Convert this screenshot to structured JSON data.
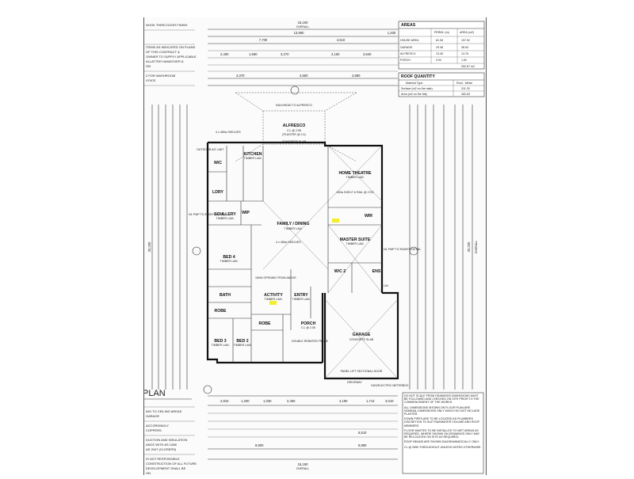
{
  "left_notes": {
    "n1": "NOOK THIRD DOOR FINISH",
    "n2": "ITEMS AS INDICATED ON PLANS",
    "n3": "OF THIS CONTRACT &",
    "n4": "OWNER TO SUPPLY APPLICABLE",
    "n5": "ALLATTER HANDOVER &",
    "n6": "ON",
    "n7": "2 FOR WASHROOM",
    "n8": "VOICE",
    "n9": "N/O TO CEILING AREAS",
    "n10": "GARAGE",
    "n11": "ACCORDINGLY",
    "n12": "COPPERS.",
    "n13": "DUCTION AND INSULATION",
    "n14": "ANCE WITH AS 1288",
    "n15": "AS 2047 (CLOSERS)",
    "n16": "IS NOT RESPONSIBLE",
    "n17": "CONSTRUCTION OF ALL FUTURE",
    "n18": "DEVELOPMENT SHALL BE",
    "n19": "ON",
    "plan_label": "PLAN"
  },
  "areas": {
    "title": "AREAS",
    "headers": [
      "",
      "PERIM. (m)",
      "AREA (m2)"
    ],
    "rows": [
      [
        "HOUSE AREA",
        "81.08",
        "197.52"
      ],
      [
        "GARAGE",
        "29.38",
        "38.54"
      ],
      [
        "ALFRESCO",
        "13.45",
        "14.76"
      ],
      [
        "PORCH",
        "9.54",
        "1.82"
      ]
    ],
    "total": "252.67 m2"
  },
  "roof": {
    "title": "ROOF QUANTITY",
    "headers": [
      "Material Type",
      "Roof - Metal"
    ],
    "rows": [
      [
        "Surface (m2 on the rake)",
        "311.33"
      ],
      [
        "Area (m2 on the flat)",
        "282.63"
      ]
    ]
  },
  "top_dims": {
    "overall": "15,190",
    "overall_label": "OVERALL",
    "inner_overall": "13,990",
    "right_end": "1,200",
    "alfresco_internal": "7,700",
    "home_theatre": "4,510",
    "mid_a": "4,370",
    "mid_b": "4,550",
    "mid_c": "4,880",
    "row_vals": [
      "2,400",
      "1,590",
      "3,270",
      "2,150",
      "3,640"
    ]
  },
  "bottom_dims": {
    "overall": "15,190",
    "overall_label": "OVERALL",
    "garage_overall": "6,890",
    "left_total": "8,900",
    "right_total": "5,510",
    "row_vals": [
      "2,810",
      "1,200",
      "1,030",
      "2,450",
      "4,190",
      "1,713",
      "3,010"
    ]
  },
  "side_dims": {
    "right_overall": "20,230",
    "right_label": "OVERALL",
    "left_overall": "20,230"
  },
  "rooms": {
    "alfresco": "ALFRESCO",
    "alfresco_sub": "C.L @ 2.55",
    "alfresco_sub2": "(PLASTER @ 2.4)",
    "concrete_slab": "CONCRETE SLAB",
    "kitchen": "KITCHEN",
    "kitchen_sub": "TIMBER LAM.",
    "family": "FAMILY / DINING",
    "family_sub": "TIMBER LAM.",
    "home_theatre": "HOME THEATRE",
    "home_theatre_sub": "TIMBER LAM.",
    "scullery": "SCULLERY",
    "scullery_sub": "TIMBER LAM.",
    "ldry": "LDRY",
    "wc1": "W/C",
    "wip": "WIP",
    "bed4": "BED 4",
    "bed4_sub": "TIMBER LAM.",
    "activity": "ACTIVITY",
    "activity_sub": "TIMBER LAM.",
    "entry": "ENTRY",
    "entry_sub": "TIMBER LAM.",
    "master": "MASTER SUITE",
    "master_sub": "TIMBER LAM.",
    "wir": "WIR",
    "ens": "ENS",
    "wc2": "W/C 2",
    "porch": "PORCH",
    "porch_sub": "C.L @ 2.55",
    "garage": "GARAGE",
    "garage_sub": "CONCRETE SLAB",
    "bed2": "BED 2",
    "bed2_sub": "TIMBER LAM.",
    "bed3": "BED 3",
    "bed3_sub": "TIMBER LAM.",
    "robe1": "ROBE",
    "robe2": "ROBE",
    "bath": "BATH"
  },
  "annotations": {
    "outdoor_ac": "OUTDOOR A/C UNIT",
    "pwp_left": "N1 PWP TO ENGR'S DETAIL",
    "pwp_right": "N1 PWP TO ENGR'S DETAIL",
    "bulkhead": "BULKHEAD TO ALFRESCO",
    "shelf_kitchen": "4 x 450w SHELVES",
    "shelf_family": "4 x 450w SHELVES",
    "opening": "150W OPENING FROM ABOVE",
    "double_rebated": "DOUBLE REBATED FRAME",
    "panel_lift": "PANEL LIFT SECTIONAL DOOR",
    "gas_meter": "GAS/ELECTRIC METERBOX",
    "driveway": "DRIVEWAY",
    "home_shelf": "450w SHELF & RAIL @ 1700",
    "linen": "LIN"
  },
  "notes_box": [
    "DO NOT SCALE FROM DRAWINGS DIMENSIONS MUST BE FOLLOWED AND CHECKED ON SITE PRIOR TO THE COMMENCEMENT OF THE WORKS.",
    "ALL DIMENSIONS SHOWN ON FLOOR PLAN ARE NOMINAL DIMENSIONS ONLY WHICH DO NOT INCLUDE PLASTER.",
    "DOWN PIPES ARE TO BE LOCATED AS PLUMBERS DISCRETION TO SUIT RAINWATER VOLUME AND ROOF MEMBERS.",
    "FLOOR WASTES TO BE INSTALLED TO WET AREAS AS REQUIRED. WHERE SHOWN ON DRAWINGS ONLY MAY BE RELOCATED ON SITE AS REQUIRED.",
    "ROOF BEAMS ARE SHOWN DIAGRAMMATICALLY ONLY.",
    "CL @ 2550 THROUGHOUT UNLESS NOTED OTHERWISE."
  ],
  "highlight_color": "#f2ee2e"
}
